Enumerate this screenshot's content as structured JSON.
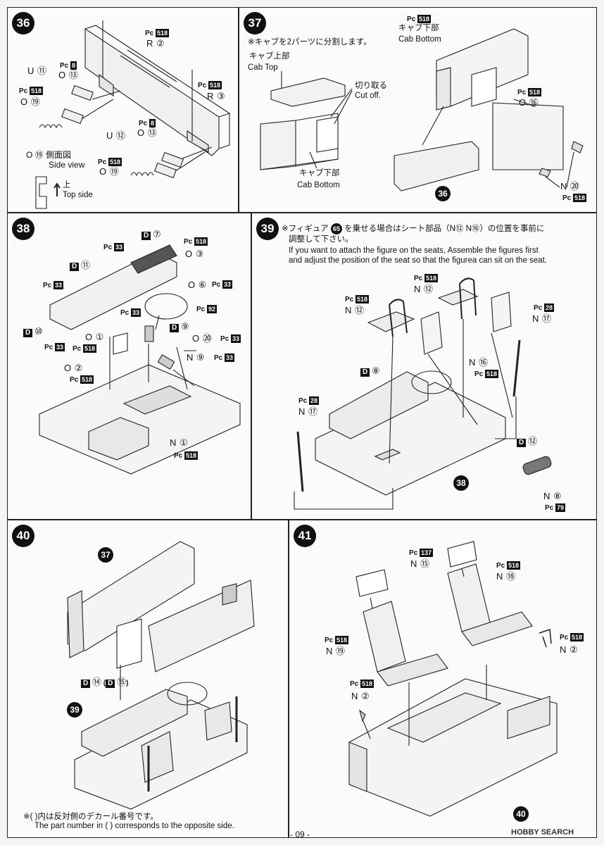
{
  "step36": {
    "number": "36",
    "labels": {
      "pc518_a": "518",
      "r2": "R ②",
      "pc8_a": "8",
      "u11": "U ⑪",
      "o13_a": "O ⑬",
      "pc518_b": "518",
      "o19_a": "O ⑲",
      "pc518_c": "518",
      "r3": "R ③",
      "pc8_b": "8",
      "u12": "U ⑫",
      "o13_b": "O ⑬",
      "pc518_d": "518",
      "o19_b": "O ⑲",
      "side_jp": "O ⑲ 側面図",
      "side_en": "Side view",
      "top_jp": "上",
      "top_en": "Top side"
    }
  },
  "step37": {
    "number": "37",
    "note": "※キャブを2パーツに分割します。",
    "cab_top_jp": "キャブ上部",
    "cab_top_en": "Cab Top",
    "cut_jp": "切り取る",
    "cut_en": "Cut off.",
    "cab_bottom_jp": "キャブ下部",
    "cab_bottom_en": "Cab Bottom",
    "cab_bottom2_jp": "キャブ下部",
    "cab_bottom2_en": "Cab Bottom",
    "pc518_a": "518",
    "pc518_b": "518",
    "o16": "O ⑯",
    "n20": "N ⑳",
    "pc518_c": "518",
    "ref36": "36"
  },
  "step38": {
    "number": "38",
    "labels": {
      "d7": "D",
      "d7n": "⑦",
      "pc518_a": "518",
      "o3": "O ③",
      "pc33_a": "33",
      "d11": "D",
      "d11n": "⑪",
      "pc33_b": "33",
      "o6": "O ⑥",
      "pc33_c": "33",
      "pc33_d": "33",
      "pc92": "92",
      "d10": "D",
      "d10n": "⑩",
      "d9": "D",
      "d9n": "⑨",
      "o1": "O ①",
      "o20": "O ⑳",
      "pc33_e": "33",
      "pc33_f": "33",
      "pc518_b": "518",
      "n9": "N ⑨",
      "pc33_g": "33",
      "o2": "O ②",
      "pc518_c": "518",
      "n1": "N ①",
      "pc518_d": "518"
    }
  },
  "step39": {
    "number": "39",
    "note_jp_1": "※フィギュア",
    "figure_ref": "65",
    "note_jp_2": "を乗せる場合はシート部品（N⑫ N⑯）の位置を事前に",
    "note_jp_3": "調整して下さい。",
    "note_en_1": "If you want to attach the figure on the seats, Assemble the figures first",
    "note_en_2": "and adjust the position of the seat so that the figurea can sit on the seat.",
    "pc518_a": "518",
    "n12_a": "N ⑫",
    "pc518_b": "518",
    "n12_b": "N ⑫",
    "pc28_a": "28",
    "n17_a": "N ⑰",
    "n16": "N ⑯",
    "pc518_c": "518",
    "d8": "D",
    "d8n": "⑧",
    "pc28_b": "28",
    "n17_b": "N ⑰",
    "d12": "D",
    "d12n": "⑫",
    "n8": "N ⑧",
    "pc79": "79",
    "ref38": "38"
  },
  "step40": {
    "number": "40",
    "ref37": "37",
    "ref39": "39",
    "d14": "D",
    "d14n": "⑭",
    "d15": "D",
    "d15n": "⑮"
  },
  "step41": {
    "number": "41",
    "pc137": "137",
    "n15": "N ⑮",
    "pc518_a": "518",
    "n18": "N ⑱",
    "pc518_b": "518",
    "n19": "N ⑲",
    "pc518_c": "518",
    "n2_a": "N ②",
    "pc518_d": "518",
    "n2_b": "N ②",
    "ref40": "40"
  },
  "footer": {
    "note_jp": "※(     )内は反対側のデカール番号です。",
    "note_en": "The part number in  (     )  corresponds to the opposite side.",
    "page": "- 09 -",
    "logo": "HOBBY SEARCH"
  },
  "pc_prefix": "Pc"
}
